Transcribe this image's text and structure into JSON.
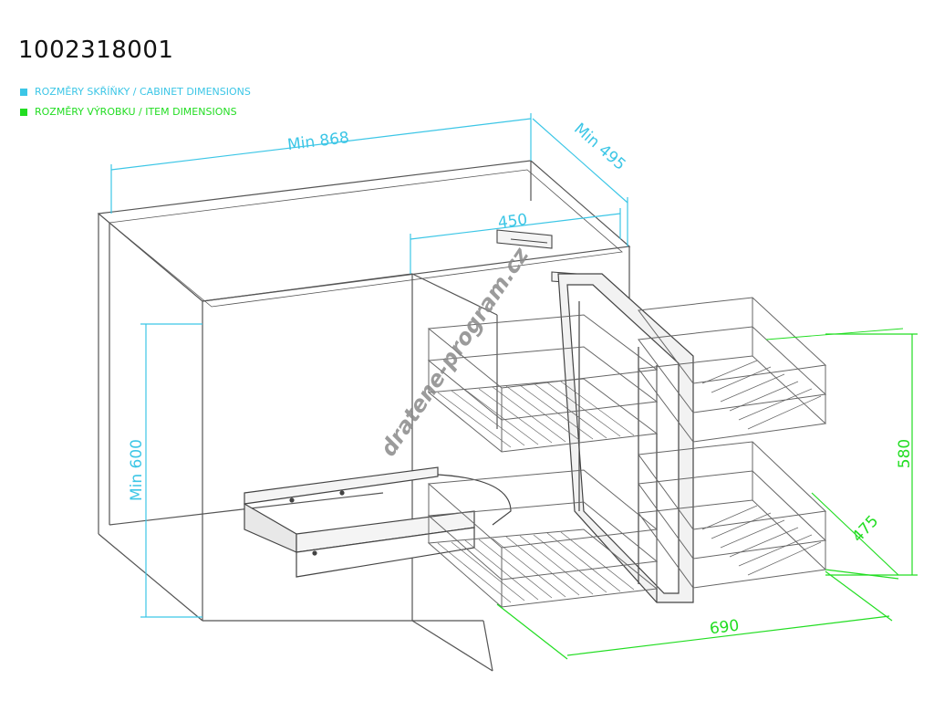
{
  "product_code": "1002318001",
  "legend": {
    "cabinet_label": "ROZMĚRY SKŘÍŇKY / CABINET DIMENSIONS",
    "item_label": "ROZMĚRY VÝROBKU / ITEM DIMENSIONS"
  },
  "colors": {
    "cabinet": "#3cc6e6",
    "item": "#22dd22",
    "line": "#555555",
    "watermark": "#8a8a8a"
  },
  "dimensions": {
    "cabinet_width": "Min 868",
    "cabinet_depth": "Min 495",
    "cabinet_height": "Min 600",
    "opening": "450",
    "item_height": "580",
    "item_depth": "475",
    "item_width": "690"
  },
  "watermark": "dratene-program.cz"
}
